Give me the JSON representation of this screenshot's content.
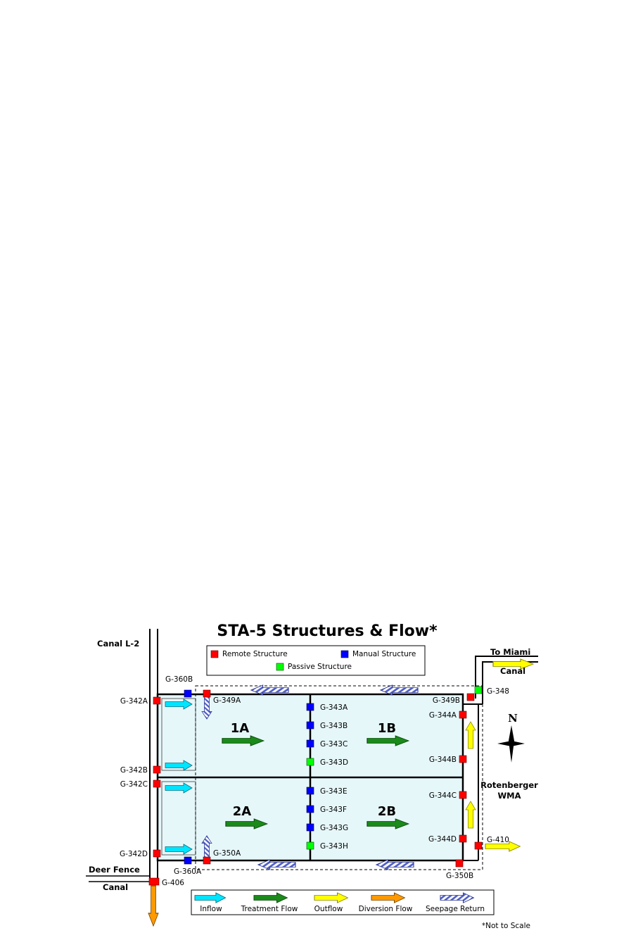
{
  "title": "STA-5 Structures & Flow*",
  "note": "*Not to Scale",
  "compass": "N",
  "colors": {
    "remote": "#ff0000",
    "manual": "#0000ff",
    "passive": "#00ff00",
    "inflow": "#00e5ff",
    "treatment": "#1a8a1a",
    "outflow": "#ffff00",
    "diversion": "#ff9900",
    "seepage": "#5060c8",
    "cell_fill": "#e6f7fa"
  },
  "cells": [
    "1A",
    "1B",
    "2A",
    "2B"
  ],
  "places": {
    "canal_l2": "Canal L-2",
    "to_miami": "To Miami",
    "miami_canal": "Canal",
    "deer_fence": "Deer Fence",
    "deer_canal": "Canal",
    "rotenberger": "Rotenberger",
    "wma": "WMA"
  },
  "structure_legend": [
    {
      "label": "Remote Structure",
      "type": "remote"
    },
    {
      "label": "Manual Structure",
      "type": "manual"
    },
    {
      "label": "Passive Structure",
      "type": "passive"
    }
  ],
  "flow_legend": [
    {
      "label": "Inflow",
      "type": "inflow"
    },
    {
      "label": "Treatment Flow",
      "type": "treatment"
    },
    {
      "label": "Outflow",
      "type": "outflow"
    },
    {
      "label": "Diversion Flow",
      "type": "diversion"
    },
    {
      "label": "Seepage Return",
      "type": "seepage"
    }
  ],
  "structures": {
    "g360b": "G-360B",
    "g342a": "G-342A",
    "g349a": "G-349A",
    "g343a": "G-343A",
    "g343b": "G-343B",
    "g343c": "G-343C",
    "g343d": "G-343D",
    "g349b": "G-349B",
    "g348": "G-348",
    "g344a": "G-344A",
    "g344b": "G-344B",
    "g342b": "G-342B",
    "g342c": "G-342C",
    "g343e": "G-343E",
    "g343f": "G-343F",
    "g343g": "G-343G",
    "g343h": "G-343H",
    "g344c": "G-344C",
    "g344d": "G-344D",
    "g410": "G-410",
    "g342d": "G-342D",
    "g350a": "G-350A",
    "g360a": "G-360A",
    "g406": "G-406",
    "g350b": "G-350B"
  }
}
